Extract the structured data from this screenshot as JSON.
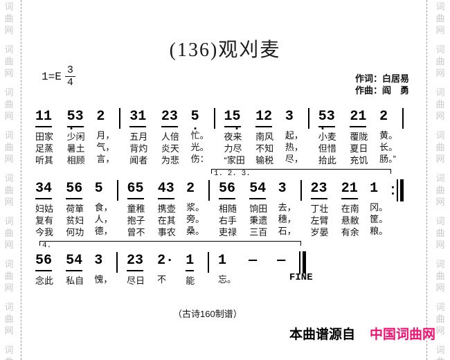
{
  "watermark": {
    "chars": [
      "词",
      "曲",
      "网"
    ],
    "color": "#c9c9c9"
  },
  "header": {
    "title": "(136)观刈麦",
    "key": "1=E",
    "time_top": "3",
    "time_bottom": "4",
    "lyricist": "作词：白居易",
    "composer": "作曲：阎　勇"
  },
  "score": {
    "fine": "FINE",
    "lines": [
      {
        "volta": null,
        "ending": "bar",
        "measures": [
          {
            "beats": [
              {
                "n": "11",
                "u": true,
                "ld": null,
                "ly": [
                  "田家",
                  "足蒸",
                  "听其"
                ]
              },
              {
                "n": "53",
                "u": true,
                "ld": 0,
                "ly": [
                  "少闲",
                  "暑土",
                  "相顾"
                ]
              },
              {
                "n": "2",
                "u": false,
                "ld": null,
                "ly": [
                  "月，",
                  "气，",
                  "言，"
                ]
              }
            ]
          },
          {
            "beats": [
              {
                "n": "31",
                "u": true,
                "ld": null,
                "ly": [
                  "五月",
                  "背灼",
                  "闻者"
                ]
              },
              {
                "n": "23",
                "u": true,
                "ld": null,
                "ly": [
                  "人倍",
                  "炎天",
                  "为悲"
                ]
              },
              {
                "n": "5",
                "u": false,
                "ld": 0,
                "ly": [
                  "忙。",
                  "光。",
                  "伤："
                ]
              }
            ]
          },
          {
            "beats": [
              {
                "n": "15",
                "u": true,
                "ld": 1,
                "ly": [
                  "夜来",
                  "力尽",
                  "“家田"
                ]
              },
              {
                "n": "12",
                "u": true,
                "ld": null,
                "ly": [
                  "南风",
                  "不知",
                  "输税"
                ]
              },
              {
                "n": "3",
                "u": false,
                "ld": null,
                "ly": [
                  "起，",
                  "热，",
                  "尽，"
                ]
              }
            ]
          },
          {
            "beats": [
              {
                "n": "53",
                "u": true,
                "ld": 0,
                "ly": [
                  "小麦",
                  "但惜",
                  "拾此"
                ]
              },
              {
                "n": "21",
                "u": true,
                "ld": null,
                "ly": [
                  "覆陇",
                  "夏日",
                  "充饥"
                ]
              },
              {
                "n": "2",
                "u": false,
                "ld": null,
                "ly": [
                  "黄。",
                  "长。",
                  "肠。”"
                ]
              }
            ]
          }
        ]
      },
      {
        "volta": "1. 2. 3.",
        "ending": "repeat",
        "measures": [
          {
            "beats": [
              {
                "n": "34",
                "u": true,
                "ld": null,
                "ly": [
                  "妇姑",
                  "复有",
                  "今我"
                ]
              },
              {
                "n": "56",
                "u": true,
                "ld": null,
                "ly": [
                  "荷箪",
                  "贫妇",
                  "何功"
                ]
              },
              {
                "n": "5",
                "u": false,
                "ld": null,
                "ly": [
                  "食，",
                  "人，",
                  "德，"
                ]
              }
            ]
          },
          {
            "beats": [
              {
                "n": "65",
                "u": true,
                "ld": null,
                "ly": [
                  "童稚",
                  "抱子",
                  "曾不"
                ]
              },
              {
                "n": "43",
                "u": true,
                "ld": null,
                "ly": [
                  "携壶",
                  "在其",
                  "事农"
                ]
              },
              {
                "n": "2",
                "u": false,
                "ld": null,
                "ly": [
                  "浆。",
                  "旁。",
                  "桑。"
                ]
              }
            ]
          },
          {
            "beats": [
              {
                "n": "56",
                "u": true,
                "ld": null,
                "ly": [
                  "相随",
                  "右手",
                  "吏禄"
                ]
              },
              {
                "n": "54",
                "u": true,
                "ld": null,
                "ly": [
                  "饷田",
                  "秉遗",
                  "三百"
                ]
              },
              {
                "n": "3",
                "u": false,
                "ld": null,
                "ly": [
                  "去，",
                  "穗，",
                  "石，"
                ]
              }
            ]
          },
          {
            "beats": [
              {
                "n": "23",
                "u": true,
                "ld": null,
                "ly": [
                  "丁壮",
                  "左臂",
                  "岁晏"
                ]
              },
              {
                "n": "21",
                "u": true,
                "ld": null,
                "ly": [
                  "在南",
                  "悬敝",
                  "有余"
                ]
              },
              {
                "n": "1",
                "u": false,
                "ld": null,
                "ly": [
                  "冈。",
                  "筐。",
                  "粮。"
                ]
              }
            ]
          }
        ]
      },
      {
        "volta": "4.",
        "ending": "final",
        "measures": [
          {
            "beats": [
              {
                "n": "56",
                "u": true,
                "ld": null,
                "ly": [
                  "念此"
                ]
              },
              {
                "n": "54",
                "u": true,
                "ld": null,
                "ly": [
                  "私自"
                ]
              },
              {
                "n": "3",
                "u": false,
                "ld": null,
                "ly": [
                  "愧，"
                ]
              }
            ]
          },
          {
            "beats": [
              {
                "n": "23",
                "u": true,
                "ld": null,
                "ly": [
                  "尽日"
                ]
              },
              {
                "n": "2·",
                "u": false,
                "ld": null,
                "ly": [
                  "不"
                ]
              },
              {
                "n": "1",
                "u": true,
                "ld": null,
                "ly": [
                  "能"
                ]
              }
            ]
          },
          {
            "beats": [
              {
                "n": "1",
                "u": false,
                "ld": null,
                "ly": [
                  "忘。"
                ]
              },
              {
                "n": "—",
                "u": false,
                "ld": null,
                "ly": [
                  ""
                ]
              },
              {
                "n": "—",
                "u": false,
                "ld": null,
                "ly": [
                  ""
                ]
              }
            ]
          }
        ]
      }
    ]
  },
  "footer": {
    "credit": "（古诗160制谱）",
    "source_prefix": "本曲谱源自",
    "source_site": "中国词曲网",
    "site_color": "#f5106e"
  }
}
